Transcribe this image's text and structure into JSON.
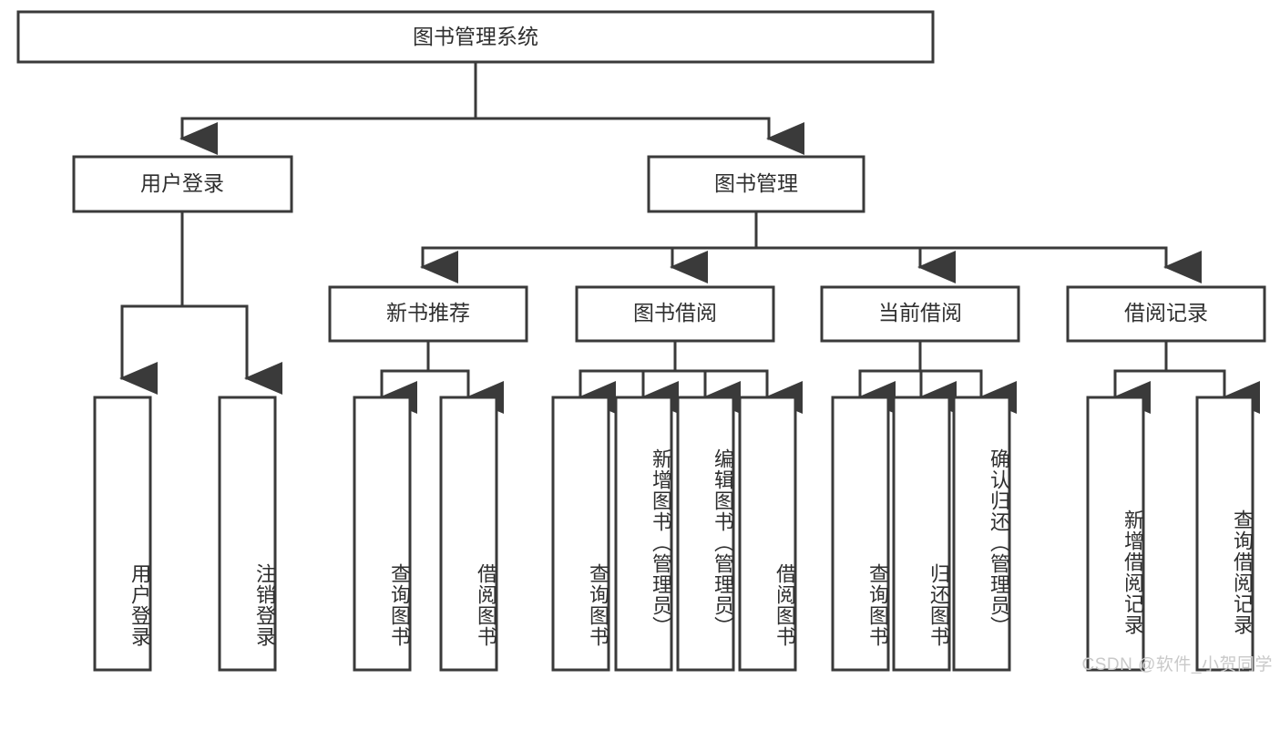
{
  "diagram": {
    "title": "图书管理系统",
    "watermark": "CSDN @软件_小贺同学",
    "level1": [
      {
        "id": "user-login",
        "label": "用户登录"
      },
      {
        "id": "book-manage",
        "label": "图书管理"
      }
    ],
    "level2": [
      {
        "id": "new-book-recommend",
        "label": "新书推荐"
      },
      {
        "id": "book-borrow",
        "label": "图书借阅"
      },
      {
        "id": "current-borrow",
        "label": "当前借阅"
      },
      {
        "id": "borrow-record",
        "label": "借阅记录"
      }
    ],
    "leaves": {
      "user_login": [
        {
          "id": "leaf-user-login",
          "label": "用户登录"
        },
        {
          "id": "leaf-logout",
          "label": "注销登录"
        }
      ],
      "new_book_recommend": [
        {
          "id": "leaf-query-book-1",
          "label": "查询图书"
        },
        {
          "id": "leaf-borrow-book-1",
          "label": "借阅图书"
        }
      ],
      "book_borrow": [
        {
          "id": "leaf-query-book-2",
          "label": "查询图书"
        },
        {
          "id": "leaf-add-book",
          "label": "新增图书（管理员）"
        },
        {
          "id": "leaf-edit-book",
          "label": "编辑图书（管理员）"
        },
        {
          "id": "leaf-borrow-book-2",
          "label": "借阅图书"
        }
      ],
      "current_borrow": [
        {
          "id": "leaf-query-book-3",
          "label": "查询图书"
        },
        {
          "id": "leaf-return-book",
          "label": "归还图书"
        },
        {
          "id": "leaf-confirm-return",
          "label": "确认归还（管理员）"
        }
      ],
      "borrow_record": [
        {
          "id": "leaf-add-record",
          "label": "新增借阅记录"
        },
        {
          "id": "leaf-query-record",
          "label": "查询借阅记录"
        }
      ]
    },
    "colors": {
      "stroke": "#3a3a3a",
      "fill": "#ffffff",
      "text": "#2f2f2f",
      "watermark": "#c9c9c9"
    }
  }
}
